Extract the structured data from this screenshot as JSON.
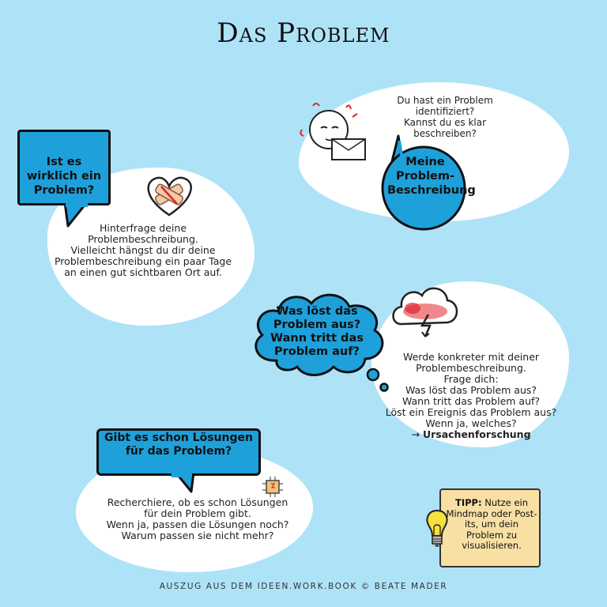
{
  "title": "Das Problem",
  "sections": {
    "description": {
      "bubble": "Meine Problem-Beschreibung",
      "text": [
        "Du hast ein Problem",
        "identifiziert?",
        "Kannst du es klar",
        "beschreiben?"
      ]
    },
    "real_problem": {
      "bubble": "Ist es wirklich ein Problem?",
      "text": [
        "Hinterfrage deine",
        "Problembeschreibung.",
        "Vielleicht hängst du dir deine",
        "Problembeschreibung ein paar Tage",
        "an einen gut sichtbaren Ort auf."
      ]
    },
    "causes": {
      "bubble": "Was löst das Problem aus? Wann tritt das Problem auf?",
      "text": [
        "Werde konkreter mit deiner",
        "Problembeschreibung.",
        "Frage dich:",
        "Was löst das Problem aus?",
        "Wann tritt das Problem auf?",
        "Löst ein Ereignis das Problem aus?",
        "Wenn ja, welches?"
      ],
      "link_arrow": "→",
      "link": "Ursachenforschung"
    },
    "solutions": {
      "bubble": "Gibt es schon Lösungen für das Problem?",
      "text": [
        "Recherchiere, ob es schon Lösungen",
        "für dein Problem gibt.",
        "Wenn ja, passen die Lösungen noch?",
        "Warum passen sie nicht mehr?"
      ]
    }
  },
  "tip": {
    "label": "TIPP:",
    "text": "Nutze ein Mindmap oder Post-its, um dein Problem zu visualisieren."
  },
  "footer": "AUSZUG AUS DEM IDEEN.WORK.BOOK © BEATE MADER",
  "colors": {
    "background": "#aee3f7",
    "bubble": "#1ea0db",
    "tip": "#f8dfa3",
    "accent_red": "#d9262c"
  }
}
